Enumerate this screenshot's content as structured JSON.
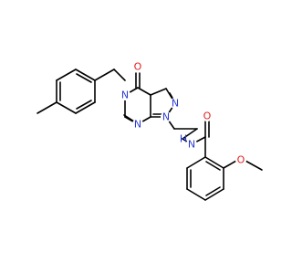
{
  "molecule": {
    "atoms": {
      "carbonyl_oxygen": "O",
      "pyrazole_n_double": "N",
      "pyrazole_n1": "N",
      "pyrimidine_n_left": "N",
      "pyrimidine_n_bottom": "N",
      "amide_nh": "N",
      "amide_h": "H",
      "amide_oxygen": "O",
      "methoxy_oxygen": "O"
    },
    "colors": {
      "nitrogen": "#2a3bd1",
      "oxygen": "#e02020",
      "carbon_bond": "#000000"
    }
  }
}
